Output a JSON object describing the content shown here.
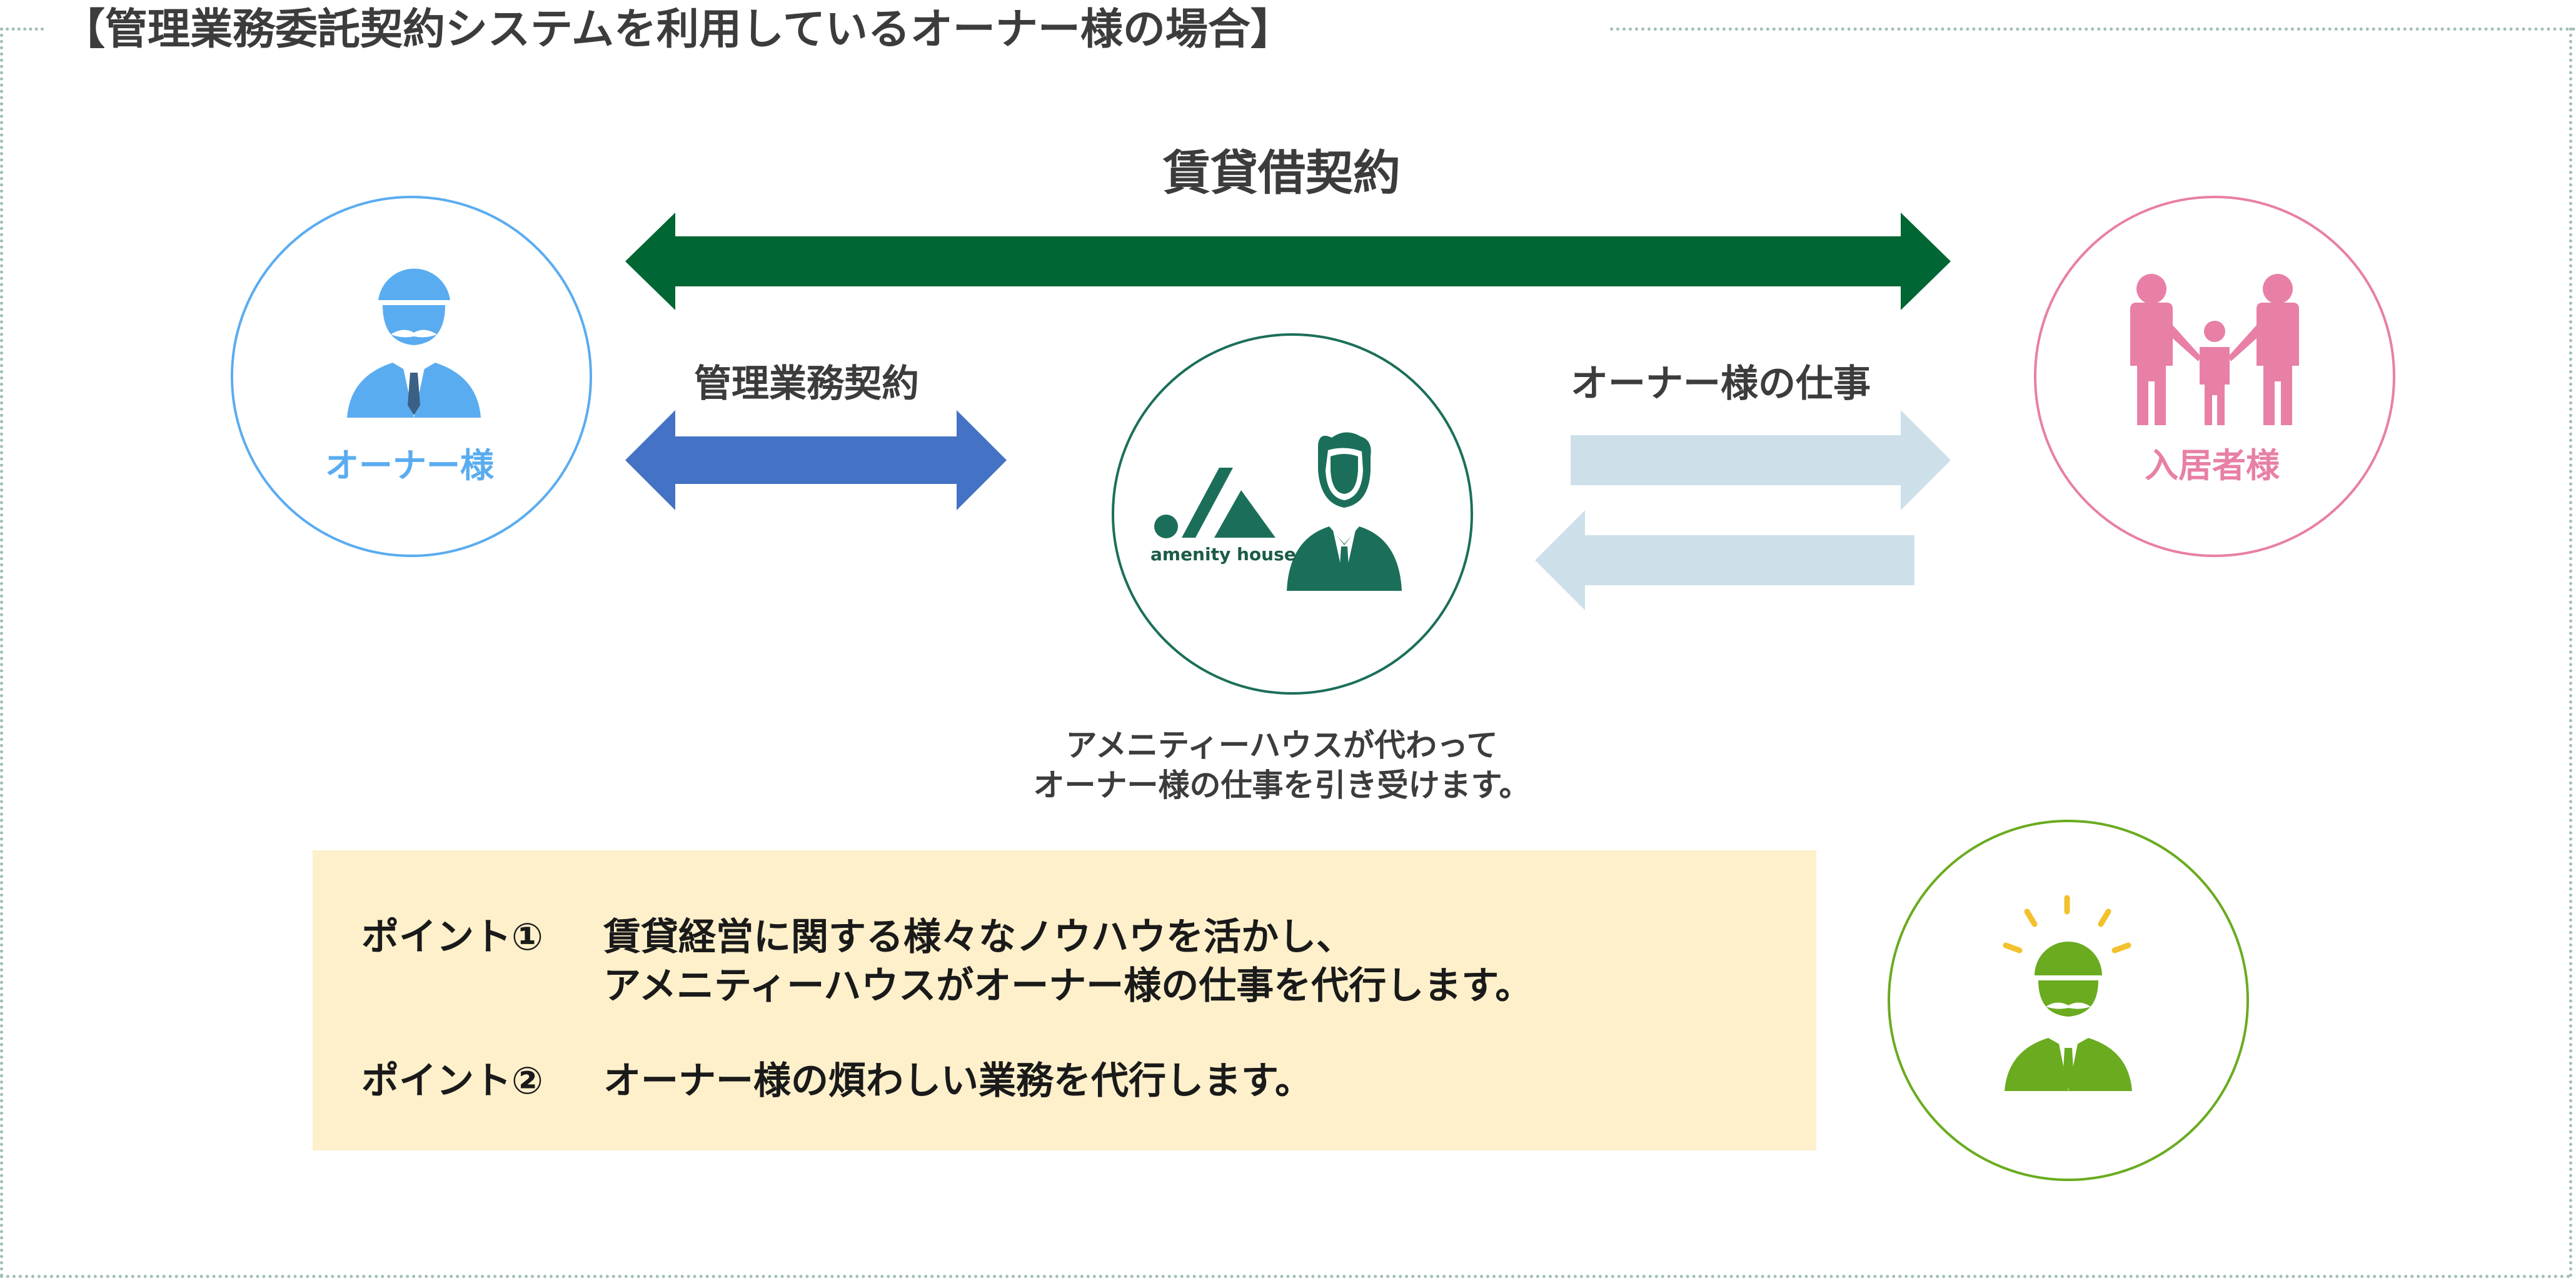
{
  "title": "【管理業務委託契約システムを利用しているオーナー様の場合】",
  "arrows": {
    "lease": "賃貸借契約",
    "management": "管理業務契約",
    "owner_work": "オーナー様の仕事"
  },
  "owner": {
    "label": "オーナー様"
  },
  "tenant": {
    "label": "入居者様"
  },
  "company": {
    "brand": "amenity house"
  },
  "caption": {
    "line1": "アメニティーハウスが代わって",
    "line2": "オーナー様の仕事を引き受けます。"
  },
  "points": [
    {
      "label": "ポイント①",
      "line1": "賃貸経営に関する様々なノウハウを活かし、",
      "line2": "アメニティーハウスがオーナー様の仕事を代行します。"
    },
    {
      "label": "ポイント②",
      "line1": "オーナー様の煩わしい業務を代行します。"
    }
  ],
  "colors": {
    "lease_arrow": "#006633",
    "mgmt_arrow": "#4472c4",
    "work_arrow": "#cde0ea",
    "owner": "#5aacf0",
    "tenant": "#e87fa6",
    "company": "#1b6f5a",
    "happy_owner": "#6aab20"
  }
}
